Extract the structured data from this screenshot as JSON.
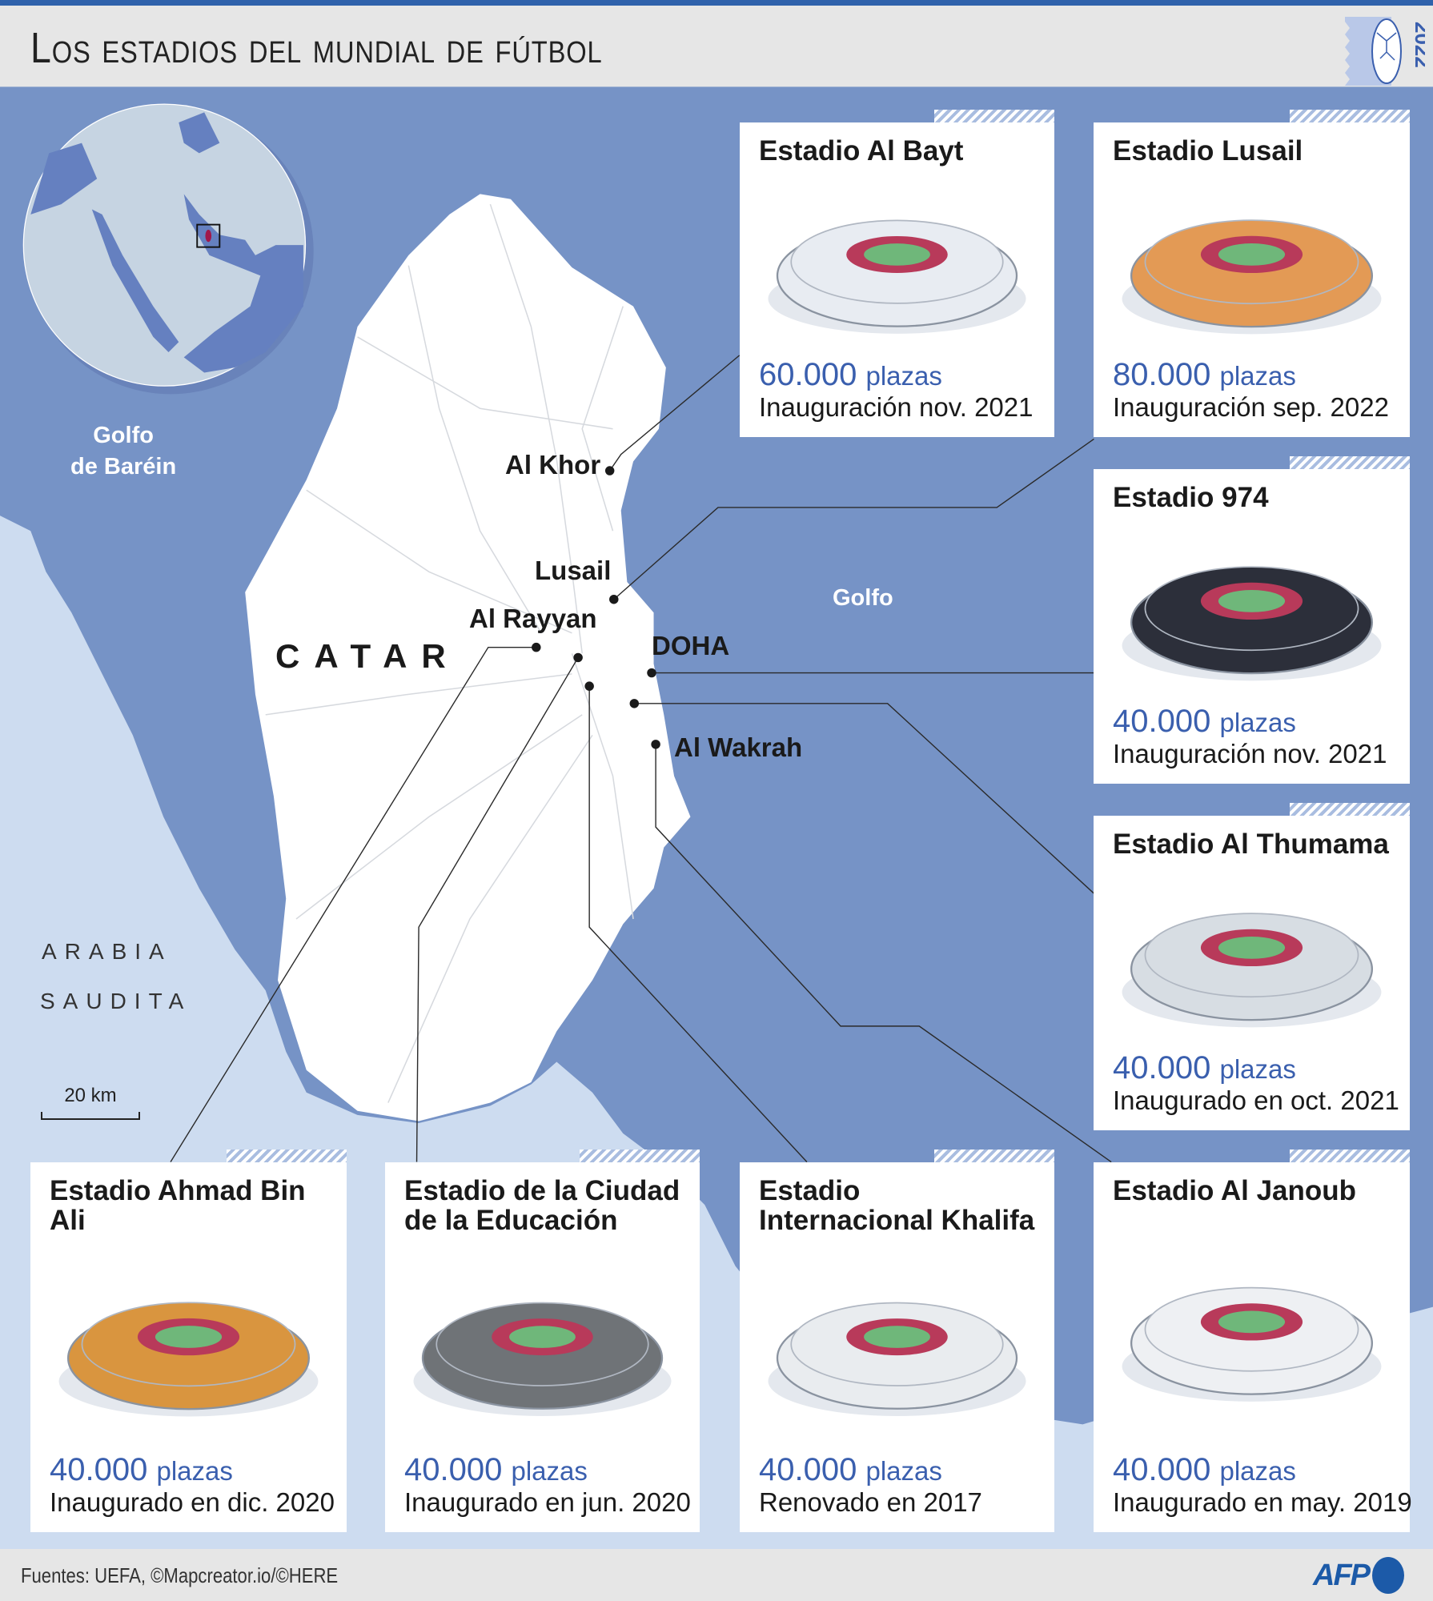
{
  "header": {
    "title": "Los estadios del mundial de fútbol",
    "logo_year": "2022"
  },
  "colors": {
    "sea": "#7693c6",
    "neighbor_land": "#cddcf0",
    "qatar_land": "#ffffff",
    "globe_land": "#c6d4e2",
    "globe_sea": "#6580c0",
    "qatar_highlight": "#a0174a",
    "capacity_text": "#3a5fae",
    "brand": "#1c5aa8"
  },
  "map": {
    "labels": {
      "gulf_bahrain": [
        "Golfo",
        "de Baréin"
      ],
      "gulf": "Golfo",
      "country": "CATAR",
      "saudi": [
        "ARABIA",
        "SAUDITA"
      ],
      "scale": "20 km"
    },
    "cities": [
      {
        "name": "Al Khor"
      },
      {
        "name": "Lusail"
      },
      {
        "name": "Al Rayyan"
      },
      {
        "name": "DOHA"
      },
      {
        "name": "Al Wakrah"
      }
    ]
  },
  "stadiums": [
    {
      "name": "Estadio Al Bayt",
      "capacity": "60.000",
      "unit": "plazas",
      "note": "Inauguración nov. 2021",
      "color": "#e8ecf2"
    },
    {
      "name": "Estadio Lusail",
      "capacity": "80.000",
      "unit": "plazas",
      "note": "Inauguración sep. 2022",
      "color": "#e39a55"
    },
    {
      "name": "Estadio 974",
      "capacity": "40.000",
      "unit": "plazas",
      "note": "Inauguración nov. 2021",
      "color": "#2c2f3a"
    },
    {
      "name": "Estadio Al Thumama",
      "capacity": "40.000",
      "unit": "plazas",
      "note": "Inaugurado en oct. 2021",
      "color": "#d7dde3"
    },
    {
      "name": "Estadio Ahmad Bin Ali",
      "capacity": "40.000",
      "unit": "plazas",
      "note": "Inaugurado en dic. 2020",
      "color": "#d9953f"
    },
    {
      "name": "Estadio de la Ciudad de la Educación",
      "capacity": "40.000",
      "unit": "plazas",
      "note": "Inaugurado en jun. 2020",
      "color": "#6f7377"
    },
    {
      "name": "Estadio Internacional Khalifa",
      "capacity": "40.000",
      "unit": "plazas",
      "note": "Renovado en 2017",
      "color": "#e9ecef"
    },
    {
      "name": "Estadio Al Janoub",
      "capacity": "40.000",
      "unit": "plazas",
      "note": "Inaugurado en may. 2019",
      "color": "#eef0f3"
    }
  ],
  "footer": {
    "source": "Fuentes: UEFA, ©Mapcreator.io/©HERE",
    "brand": "AFP"
  }
}
